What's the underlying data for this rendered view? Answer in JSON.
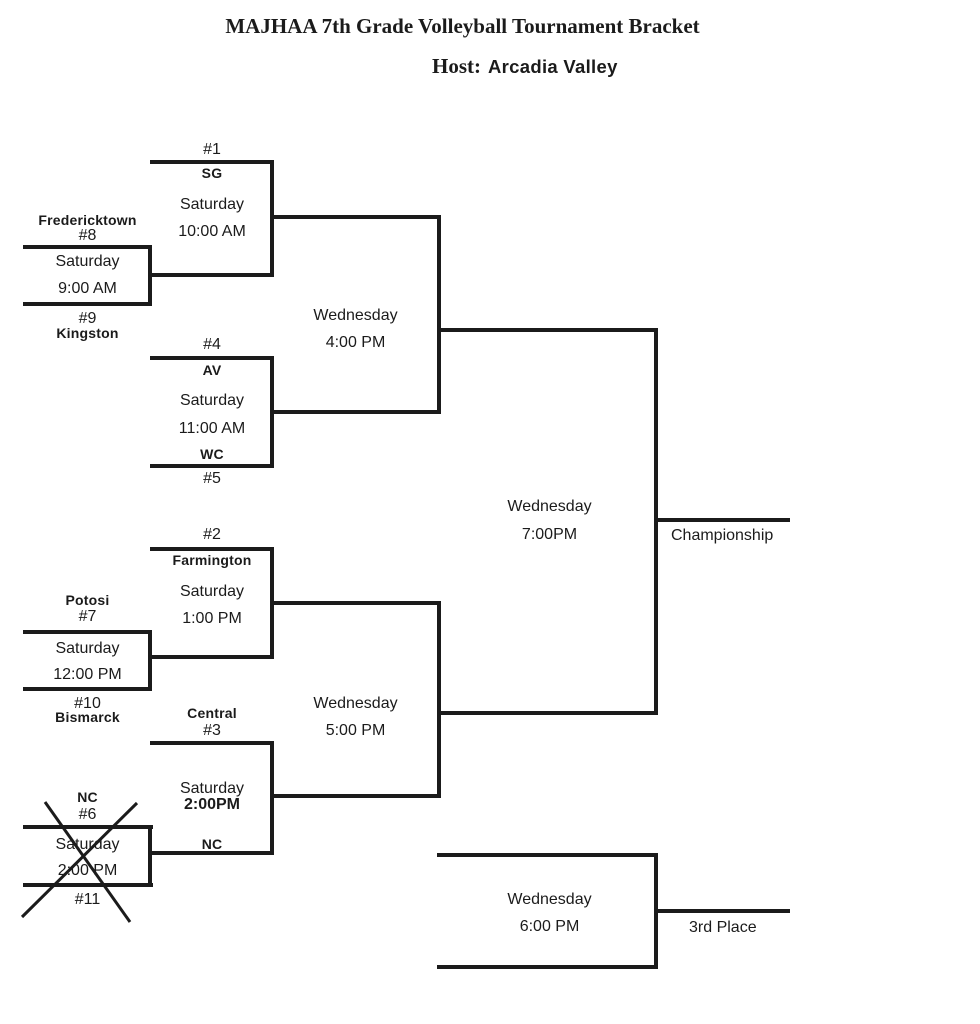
{
  "colors": {
    "ink": "#1b1b1b",
    "paper": "#ffffff"
  },
  "header": {
    "title": "MAJHAA 7th Grade Volleyball Tournament Bracket",
    "host_label": "Host:",
    "host_value": "Arcadia Valley"
  },
  "games": {
    "game1": {
      "seed_top": "#1",
      "team_top": "SG",
      "day": "Saturday",
      "time": "10:00 AM"
    },
    "playin1": {
      "team_top": "Fredericktown",
      "seed_top": "#8",
      "day": "Saturday",
      "time": "9:00 AM",
      "seed_bottom": "#9",
      "team_bottom": "Kingston"
    },
    "game4": {
      "seed_top": "#4",
      "team_top": "AV",
      "day": "Saturday",
      "time": "11:00 AM",
      "team_bottom": "WC",
      "seed_bottom": "#5"
    },
    "semi1": {
      "day": "Wednesday",
      "time": "4:00 PM"
    },
    "game2": {
      "seed_top": "#2",
      "team_top": "Farmington",
      "day": "Saturday",
      "time": "1:00 PM"
    },
    "playin2": {
      "team_top": "Potosi",
      "seed_top": "#7",
      "day": "Saturday",
      "time": "12:00 PM",
      "seed_bottom": "#10",
      "team_bottom": "Bismarck"
    },
    "game3": {
      "team_top": "Central",
      "seed_top": "#3",
      "day": "Saturday",
      "time": "2:00PM",
      "team_bottom": "NC"
    },
    "playin3": {
      "team_top": "NC",
      "seed_top": "#6",
      "day": "Saturday",
      "time": "2:00 PM",
      "seed_bottom": "#11",
      "status": "crossed-out"
    },
    "semi2": {
      "day": "Wednesday",
      "time": "5:00 PM"
    },
    "final": {
      "day": "Wednesday",
      "time": "7:00PM",
      "label": "Championship"
    },
    "third": {
      "day": "Wednesday",
      "time": "6:00 PM",
      "label": "3rd Place"
    }
  }
}
